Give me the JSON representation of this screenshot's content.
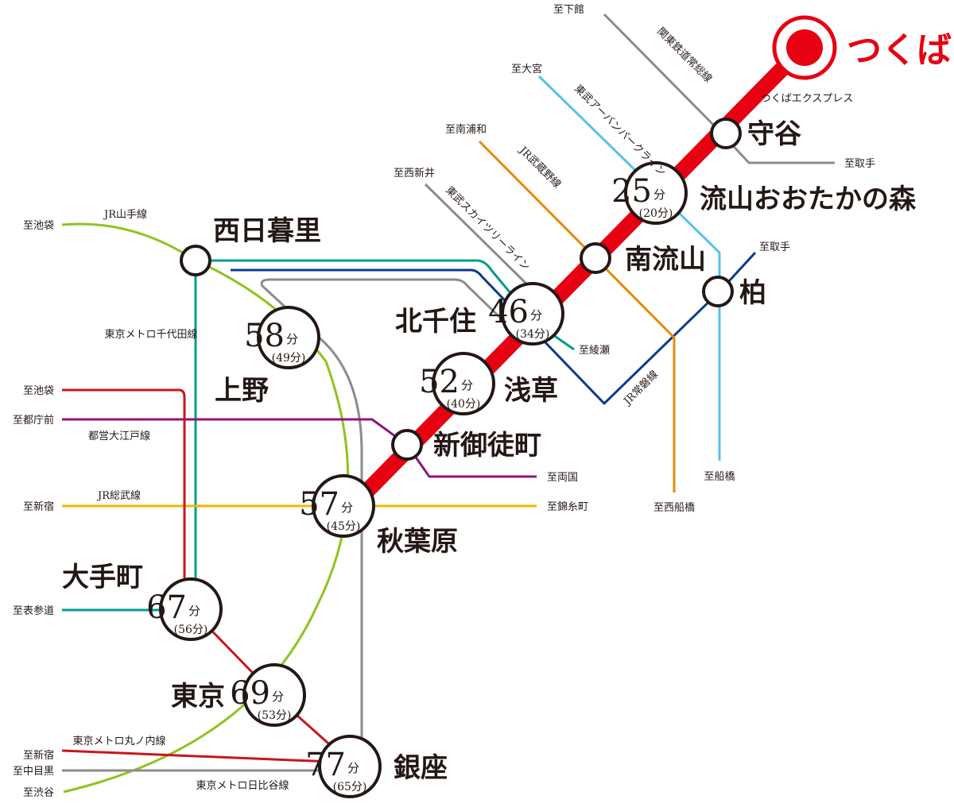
{
  "colors": {
    "tsukuba_express": "#e60012",
    "jr_yamanote": "#8fc31f",
    "chiyoda": "#009d8a",
    "hibiya": "#8c8c8c",
    "oedo": "#8e1580",
    "sobu": "#f2b705",
    "marunouchi": "#c8161d",
    "joban": "#0b3a8e",
    "urban_park": "#57c1ef",
    "musashino": "#e8890c",
    "skytree": "#8c8c8c",
    "kanto": "#8c8c8c",
    "station_ring": "#231815"
  },
  "terminal": {
    "label": "つくば"
  },
  "lines": {
    "tsukuba_express": "つくばエクスプレス",
    "kanto_joso": "関東鉄道常総線",
    "tobu_urban_park": "東武アーバンパークライン",
    "jr_musashino": "JR武蔵野線",
    "tobu_skytree": "東武スカイツリーライン",
    "jr_yamanote": "JR山手線",
    "metro_chiyoda": "東京メトロ千代田線",
    "jr_joban": "JR常磐線",
    "toei_oedo": "都営大江戸線",
    "jr_sobu": "JR総武線",
    "metro_marunouchi": "東京メトロ丸ノ内線",
    "metro_hibiya": "東京メトロ日比谷線"
  },
  "directions": {
    "shimodate": "至下館",
    "omiya": "至大宮",
    "minami_urawa": "至南浦和",
    "nishi_arai": "至西新井",
    "toride_1": "至取手",
    "toride_2": "至取手",
    "ikebukuro_1": "至池袋",
    "ayase": "至綾瀬",
    "ikebukuro_2": "至池袋",
    "tochomae": "至都庁前",
    "ryogoku": "至両国",
    "shinjuku_1": "至新宿",
    "kinshicho": "至錦糸町",
    "funabashi": "至船橋",
    "nishi_funabashi": "至西船橋",
    "omotesando": "至表参道",
    "shinjuku_2": "至新宿",
    "naka_meguro": "至中目黒",
    "shibuya": "至渋谷"
  },
  "stations": {
    "moriya": "守谷",
    "nagareyama_otakanomori": "流山おおたかの森",
    "minami_nagareyama": "南流山",
    "kashiwa": "柏",
    "nishi_nippori": "西日暮里",
    "kita_senju": "北千住",
    "ueno": "上野",
    "asakusa": "浅草",
    "shin_okachimachi": "新御徒町",
    "akihabara": "秋葉原",
    "otemachi": "大手町",
    "tokyo": "東京",
    "ginza": "銀座"
  },
  "times": {
    "unit": "分",
    "nagareyama_otakanomori": {
      "min": "25",
      "alt": "(20分)"
    },
    "kita_senju": {
      "min": "46",
      "alt": "(34分)"
    },
    "ueno": {
      "min": "58",
      "alt": "(49分)"
    },
    "asakusa": {
      "min": "52",
      "alt": "(40分)"
    },
    "akihabara": {
      "min": "57",
      "alt": "(45分)"
    },
    "otemachi": {
      "min": "67",
      "alt": "(56分)"
    },
    "tokyo": {
      "min": "69",
      "alt": "(53分)"
    },
    "ginza": {
      "min": "77",
      "alt": "(65分)"
    }
  }
}
